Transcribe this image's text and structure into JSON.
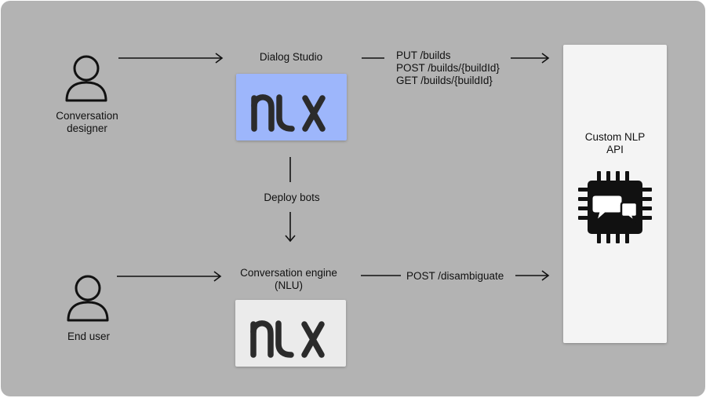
{
  "actors": {
    "designer": {
      "label_line1": "Conversation",
      "label_line2": "designer",
      "icon": "user-icon"
    },
    "end_user": {
      "label": "End user",
      "icon": "user-icon"
    }
  },
  "dialog_studio": {
    "label": "Dialog Studio",
    "logo_text": "nlx",
    "color": "#9db6fb"
  },
  "conversation_engine": {
    "label_line1": "Conversation engine",
    "label_line2": "(NLU)",
    "logo_text": "nlx",
    "color": "#ebebeb"
  },
  "deploy": {
    "label": "Deploy bots"
  },
  "builds_api": {
    "line1": "PUT /builds",
    "line2": "POST /builds/{buildId}",
    "line3": "GET /builds/{buildId}"
  },
  "disambiguate_api": {
    "label": "POST /disambiguate"
  },
  "custom_nlp": {
    "label_line1": "Custom NLP",
    "label_line2": "API",
    "icon": "chip-chat-icon",
    "panel_color": "#f4f4f4"
  },
  "colors": {
    "background": "#b3b3b3",
    "ink": "#111111"
  }
}
